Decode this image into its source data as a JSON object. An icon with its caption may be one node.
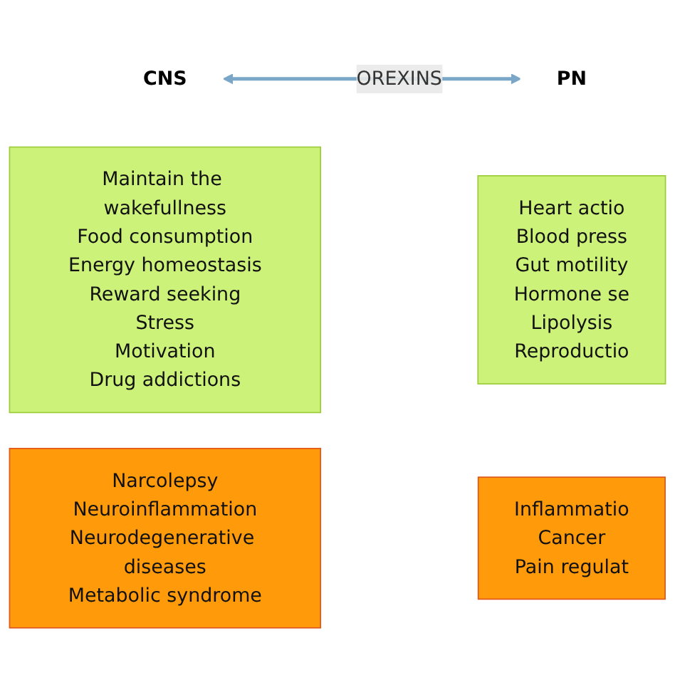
{
  "diagram": {
    "nodes": [
      {
        "text": [
          "CNS"
        ]
      },
      {
        "text": [
          "PN"
        ]
      },
      {
        "text": [
          "Maintain the wakefullness",
          "Food consumption",
          "Energy homeostasis",
          "Reward seeking",
          "Stress",
          "Motivation",
          "Drug addictions"
        ]
      },
      {
        "text": [
          "Heart actio",
          "Blood press",
          "Gut motility",
          "Hormone se",
          "Lipolysis",
          "Reproductio"
        ]
      },
      {
        "text": [
          "Narcolepsy",
          "Neuroinflammation",
          "Neurodegenerative diseases",
          "Metabolic syndrome"
        ]
      },
      {
        "text": [
          "Inflammatio",
          "Cancer",
          "Pain regulat"
        ]
      }
    ],
    "edges": [
      {
        "from": 0,
        "to": 1,
        "arrow": "both",
        "label": "OREXINS"
      }
    ]
  }
}
